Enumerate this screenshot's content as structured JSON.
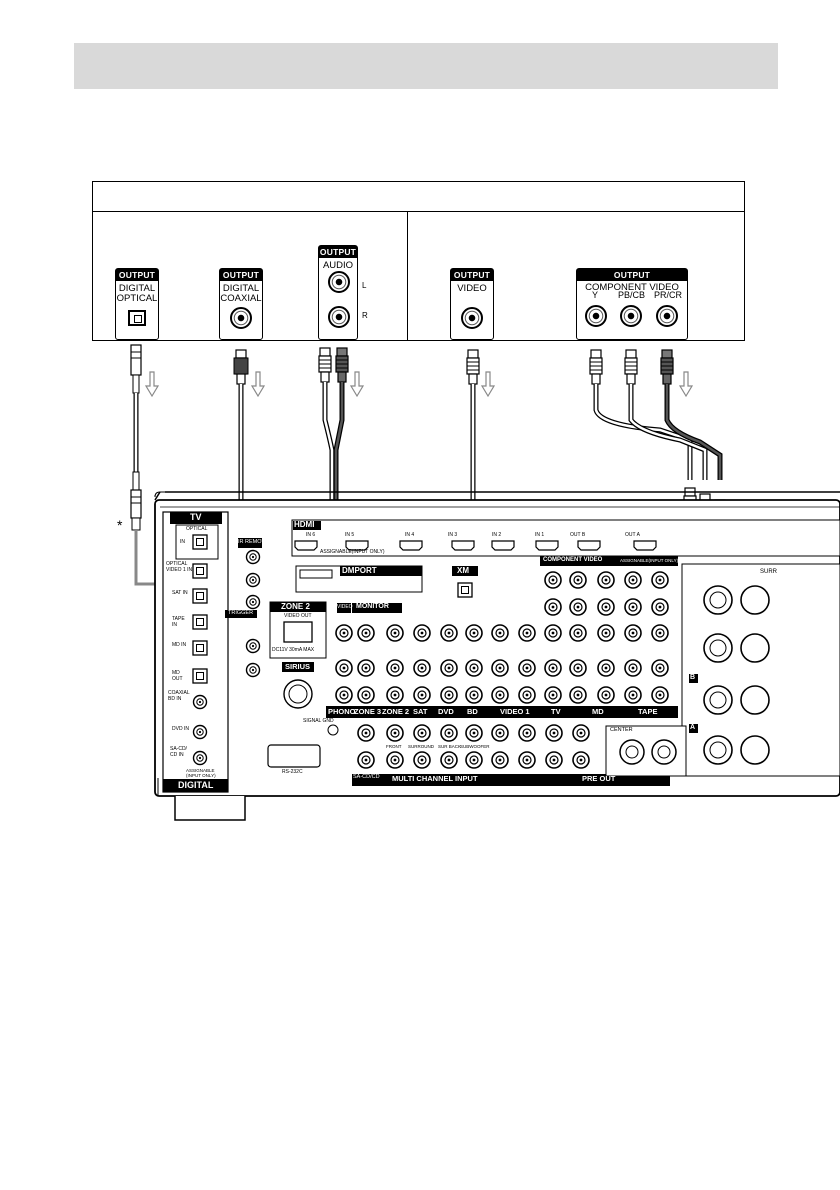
{
  "device": {
    "digital_optical": {
      "tag": "OUTPUT",
      "label": "DIGITAL OPTICAL"
    },
    "digital_coaxial": {
      "tag": "OUTPUT",
      "label": "DIGITAL COAXIAL"
    },
    "audio": {
      "tag": "OUTPUT",
      "label": "AUDIO",
      "left": "L",
      "right": "R"
    },
    "video": {
      "tag": "OUTPUT",
      "label": "VIDEO"
    },
    "component": {
      "tag": "OUTPUT",
      "label": "COMPONENT VIDEO",
      "y": "Y",
      "pb": "PB/CB",
      "pr": "PR/CR"
    }
  },
  "asterisk": "*",
  "receiver": {
    "hdmi": "HDMI",
    "hdmi_inputs": [
      "IN 6",
      "IN 5",
      "IN 4",
      "IN 3",
      "IN 2",
      "IN 1",
      "OUT B",
      "OUT A"
    ],
    "assignable_input_only": "ASSIGNABLE(INPUT ONLY)",
    "dmport": "DMPORT",
    "xm": "XM",
    "zone2": "ZONE 2",
    "zone2_video_out": "VIDEO OUT",
    "zone2_power": "DC11V 30mA MAX",
    "sirius": "SIRIUS",
    "tv": "TV",
    "tv_optical": "OPTICAL",
    "tv_in": "IN",
    "digital_labels": [
      "OPTICAL VIDEO 1 IN",
      "SAT IN",
      "TAPE IN",
      "MD IN",
      "MD OUT",
      "COAXIAL BD IN",
      "DVD IN",
      "SA-CD/ CD IN"
    ],
    "digital_assignable": "ASSIGNABLE (INPUT ONLY)",
    "digital": "DIGITAL",
    "ir_remote": "IR REMOTE",
    "trigger": "TRIGGER",
    "signal_gnd": "SIGNAL GND",
    "rs232c": "RS-232C",
    "video_label": "VIDEO",
    "monitor": "MONITOR",
    "row_labels": [
      "PHONO",
      "ZONE 3",
      "ZONE 2",
      "SAT",
      "DVD",
      "BD",
      "VIDEO 1",
      "TV",
      "MD",
      "TAPE"
    ],
    "component_video": "COMPONENT VIDEO",
    "component_assignable": "ASSIGNABLE(INPUT ONLY)",
    "multi_channel_input": "MULTI CHANNEL INPUT",
    "pre_out": "PRE OUT",
    "sa_cd": "SA-CD/CD",
    "front": "FRONT",
    "surround": "SURROUND",
    "sur_back": "SUR BACK",
    "subwoofer": "SUBWOOFER",
    "center": "CENTER",
    "surr": "SURR",
    "speaker_a": "A",
    "speaker_b": "B"
  },
  "colors": {
    "cable_light": "#ffffff",
    "cable_dark": "#555555",
    "port_fill": "#ffffff",
    "panel_gray": "#d9d9d9"
  }
}
